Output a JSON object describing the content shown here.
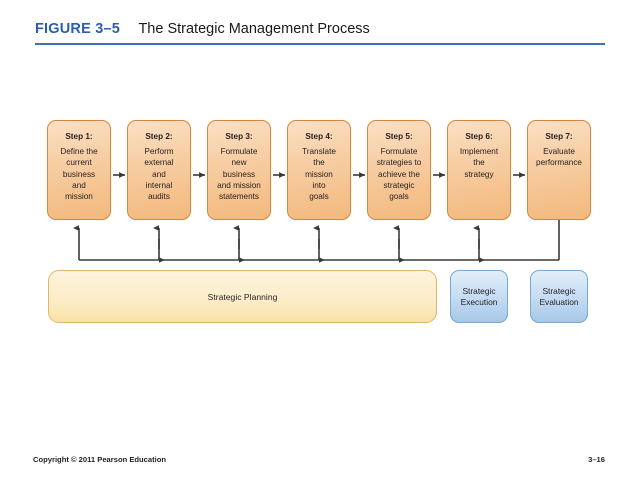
{
  "header": {
    "figure_label": "FIGURE 3–5",
    "title": "The Strategic Management Process",
    "accent_color": "#2b5fac",
    "rule_color": "#3f6fb5"
  },
  "diagram": {
    "type": "process-flow",
    "step_box_color": "#f3b87c",
    "step_border_color": "#d98537",
    "planning_bar_color": "#fdeec9",
    "blue_box_color": "#c9dff4",
    "connector_color": "#3a3a3a",
    "steps": [
      {
        "title": "Step 1:",
        "body": "Define the\ncurrent\nbusiness\nand\nmission",
        "connector": "single-up"
      },
      {
        "title": "Step 2:",
        "body": "Perform\nexternal\nand\ninternal\naudits",
        "connector": "double"
      },
      {
        "title": "Step 3:",
        "body": "Formulate\nnew\nbusiness\nand mission\nstatements",
        "connector": "double"
      },
      {
        "title": "Step 4:",
        "body": "Translate\nthe\nmission\ninto\ngoals",
        "connector": "double"
      },
      {
        "title": "Step 5:",
        "body": "Formulate\nstrategies to\nachieve the\nstrategic\ngoals",
        "connector": "double"
      },
      {
        "title": "Step 6:",
        "body": "Implement\nthe\nstrategy",
        "connector": "double"
      },
      {
        "title": "Step 7:",
        "body": "Evaluate\nperformance",
        "connector": "plain-line"
      }
    ],
    "planning_bar": {
      "label": "Strategic Planning"
    },
    "phase_boxes": [
      {
        "label": "Strategic\nExecution"
      },
      {
        "label": "Strategic\nEvaluation"
      }
    ]
  },
  "footer": {
    "copyright": "Copyright © 2011 Pearson Education",
    "page": "3–16"
  }
}
